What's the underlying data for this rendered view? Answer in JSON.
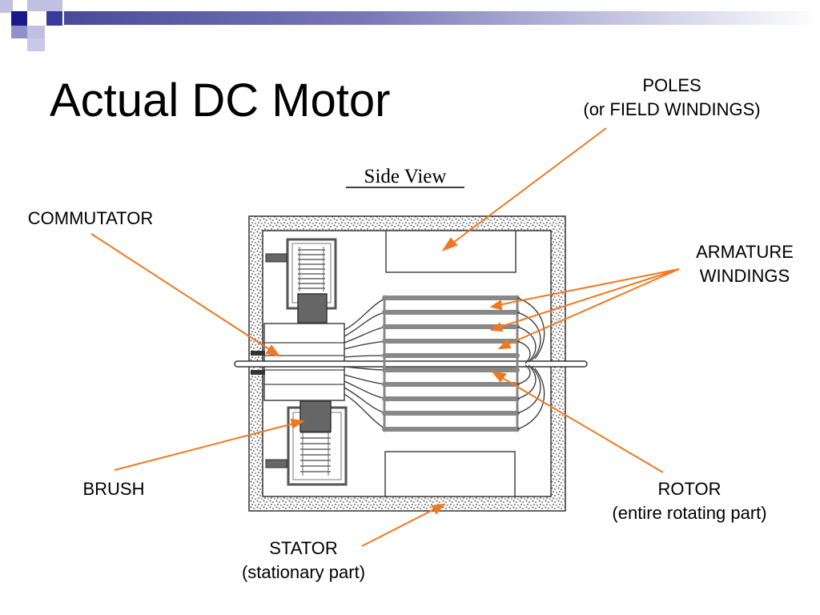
{
  "slide": {
    "title": "Actual DC Motor"
  },
  "diagram": {
    "subtitle": "Side View",
    "labels": {
      "poles": {
        "line1": "POLES",
        "line2": "(or FIELD WINDINGS)"
      },
      "commutator": {
        "line1": "COMMUTATOR"
      },
      "armature": {
        "line1": "ARMATURE",
        "line2": "WINDINGS"
      },
      "brush": {
        "line1": "BRUSH"
      },
      "rotor": {
        "line1": "ROTOR",
        "line2": "(entire rotating part)"
      },
      "stator": {
        "line1": "STATOR",
        "line2": "(stationary part)"
      }
    },
    "colors": {
      "arrow": "#f07820",
      "accent_dark": "#1a1a8a",
      "accent_light": "#b8b8e0",
      "winding": "#888888",
      "block": "#666666"
    }
  }
}
